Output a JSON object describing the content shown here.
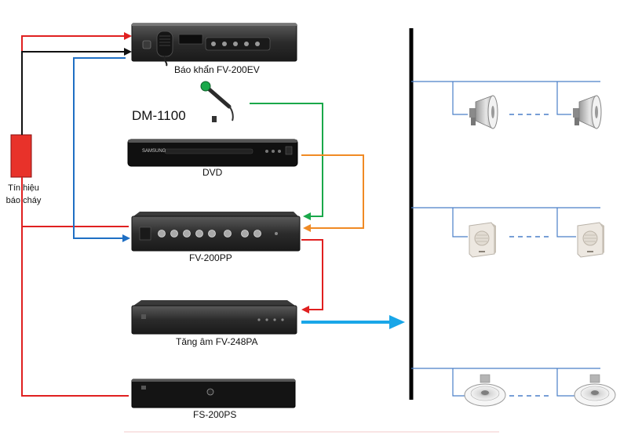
{
  "colors": {
    "red": "#e02020",
    "black": "#111111",
    "blue": "#1f6fc4",
    "green": "#1aa84a",
    "orange": "#f08a24",
    "bus": "#000000",
    "speaker_line": "#4a7fc8",
    "output_arrow": "#19a6e8",
    "fire_box": "#e8322a"
  },
  "devices": {
    "emergency": "Báo khẩn FV-200EV",
    "mic": "DM-1100",
    "dvd": "DVD",
    "preamp": "FV-200PP",
    "amplifier": "Tăng âm FV-248PA",
    "power_supply": "FS-200PS"
  },
  "fire_signal": {
    "line1": "Tín hiệu",
    "line2": "báo cháy"
  },
  "zones": [
    {
      "speaker_type": "horn-speaker"
    },
    {
      "speaker_type": "wall-speaker"
    },
    {
      "speaker_type": "ceiling-speaker"
    }
  ],
  "front_panel": {
    "dvd_brand": "SAMSUNG"
  }
}
